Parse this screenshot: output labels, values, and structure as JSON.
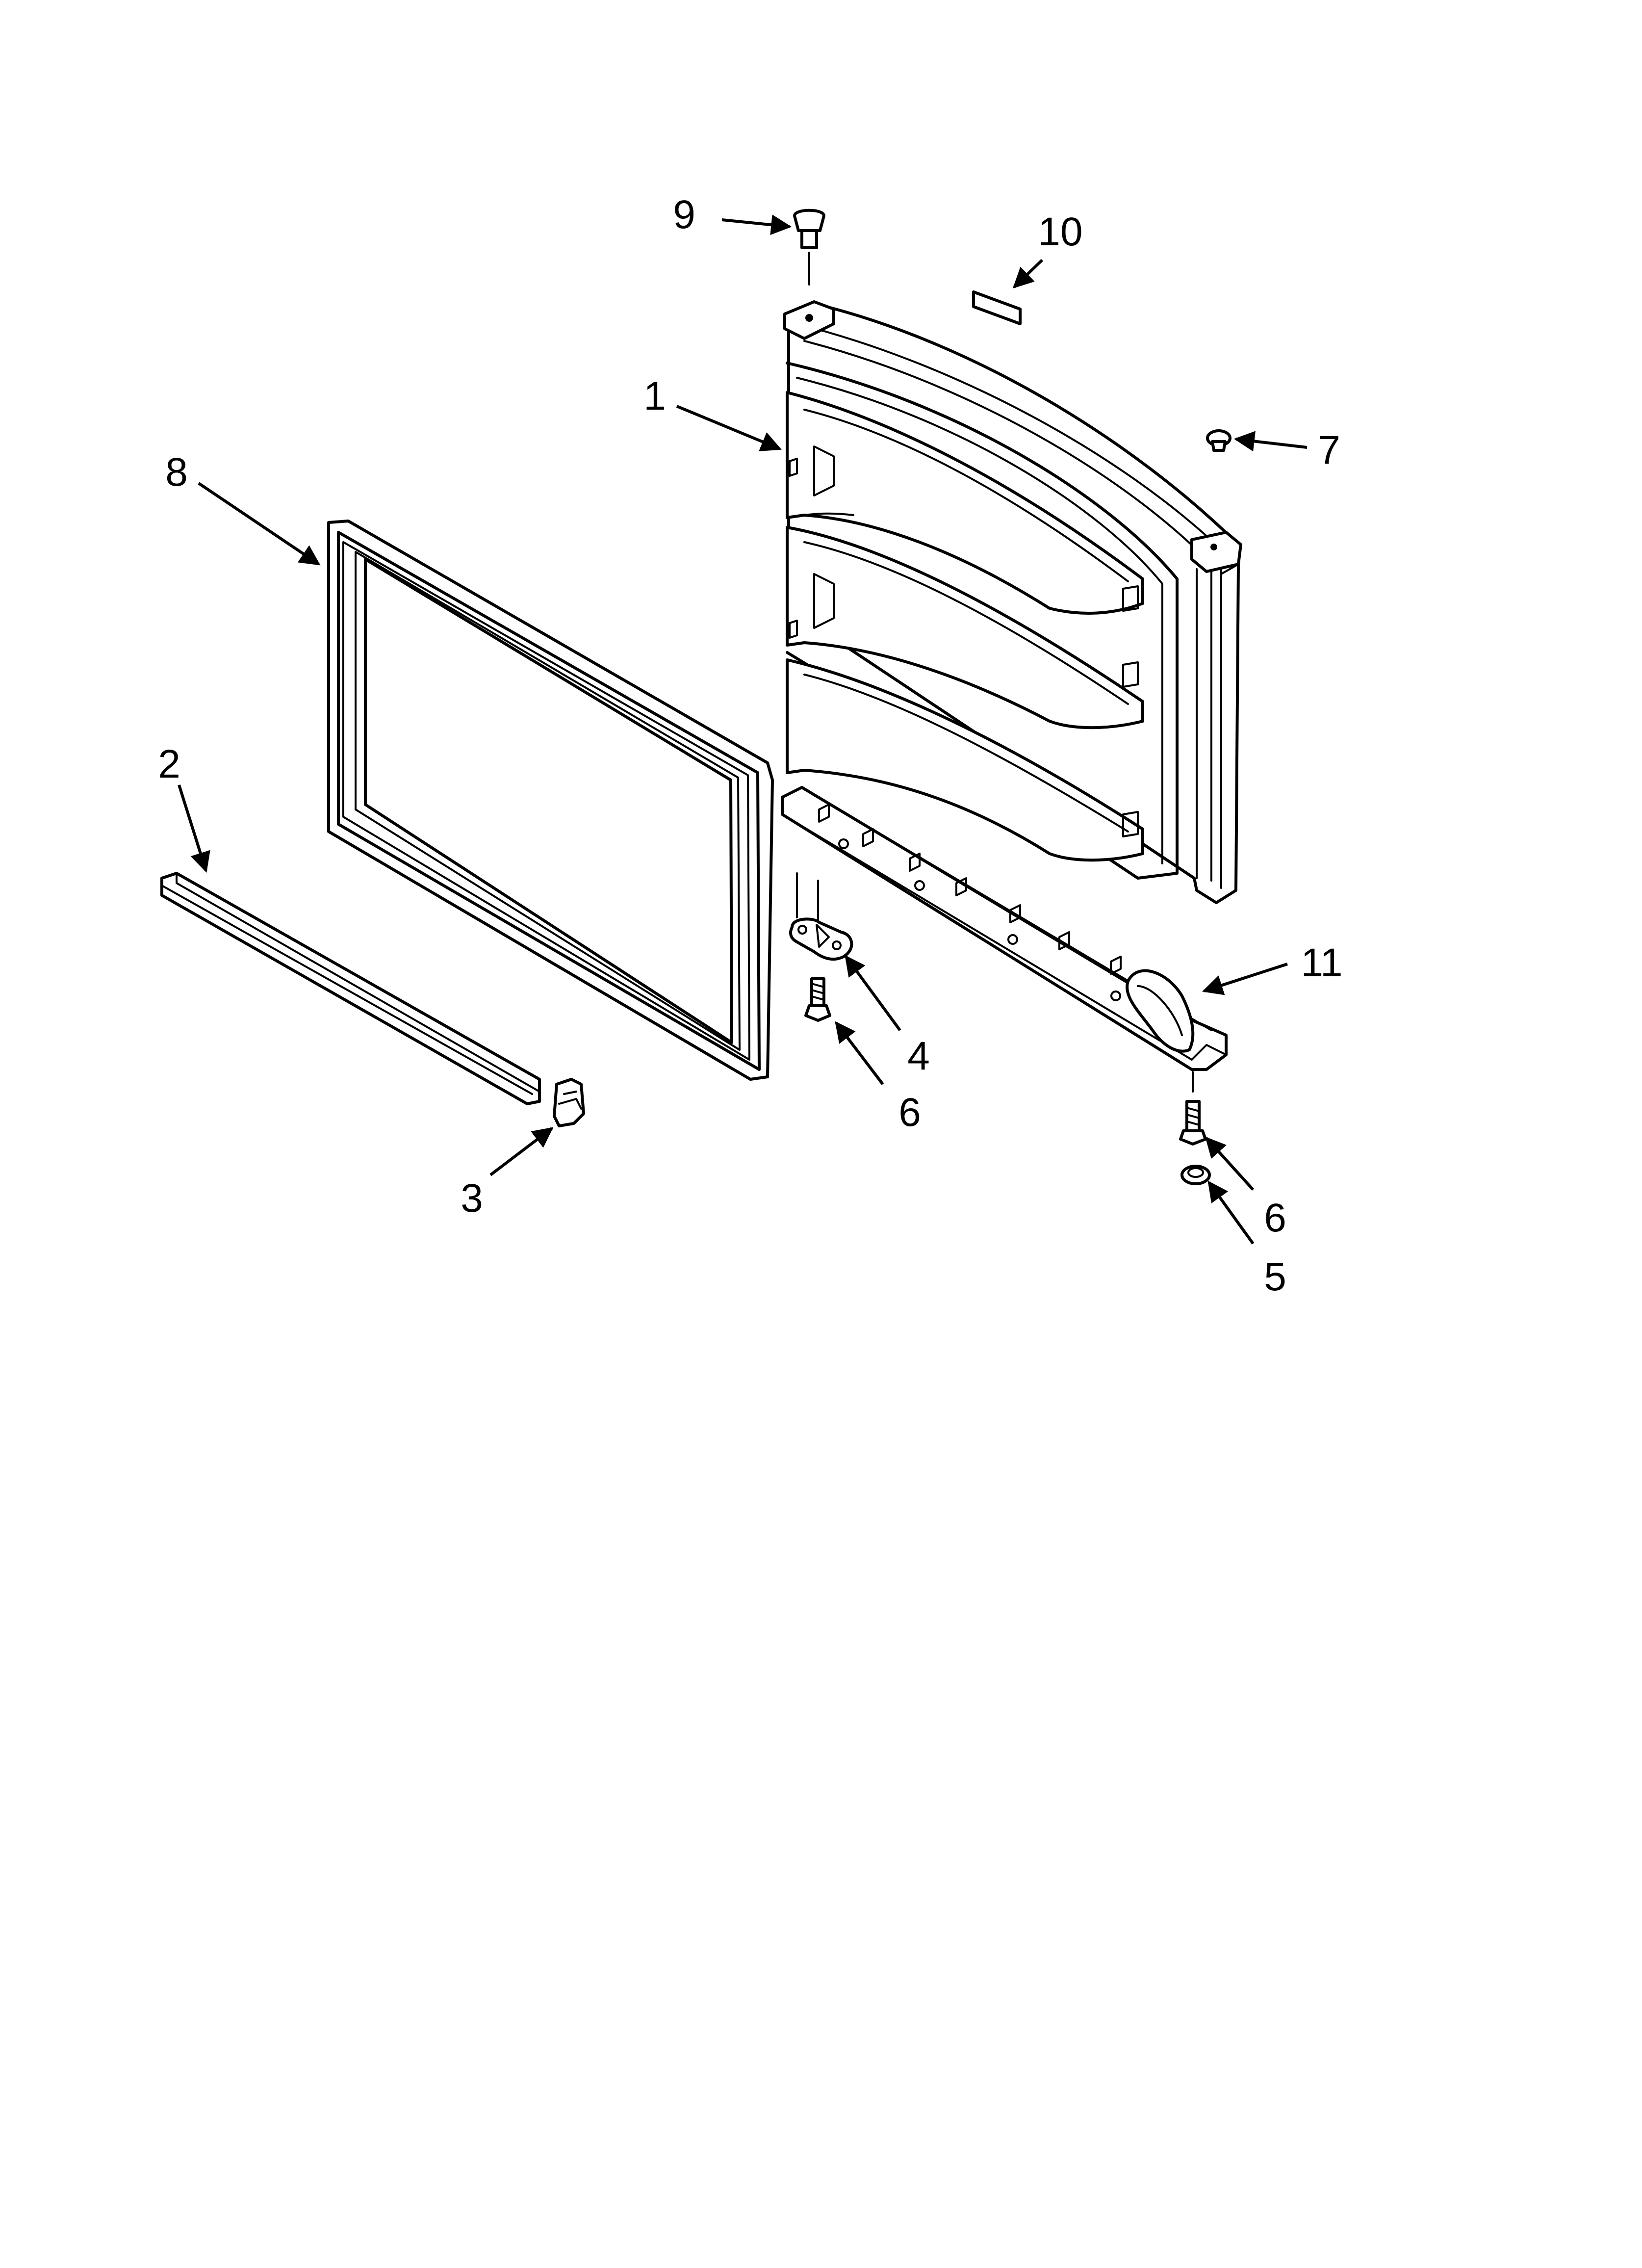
{
  "diagram": {
    "type": "exploded-parts-diagram",
    "parts": [
      {
        "id": "part-1",
        "callout": "1",
        "depicts": "freezer door"
      },
      {
        "id": "part-2",
        "callout": "2",
        "depicts": "door trim strip"
      },
      {
        "id": "part-3",
        "callout": "3",
        "depicts": "trim end cap"
      },
      {
        "id": "part-4",
        "callout": "4",
        "depicts": "hinge bracket"
      },
      {
        "id": "part-5",
        "callout": "5",
        "depicts": "washer"
      },
      {
        "id": "part-6a",
        "callout": "6",
        "depicts": "screw"
      },
      {
        "id": "part-6b",
        "callout": "6",
        "depicts": "screw"
      },
      {
        "id": "part-7",
        "callout": "7",
        "depicts": "plug button"
      },
      {
        "id": "part-8",
        "callout": "8",
        "depicts": "door gasket"
      },
      {
        "id": "part-9",
        "callout": "9",
        "depicts": "hinge pin"
      },
      {
        "id": "part-10",
        "callout": "10",
        "depicts": "label"
      },
      {
        "id": "part-11",
        "callout": "11",
        "depicts": "door handle"
      }
    ],
    "colors": {
      "line": "#000000",
      "background": "#ffffff",
      "shading": "#d4d4d4"
    }
  }
}
